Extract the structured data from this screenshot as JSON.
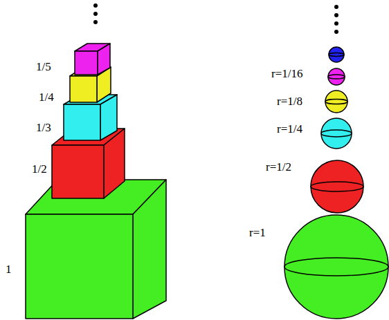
{
  "diagram": {
    "labels": [
      "1/5",
      "1/4",
      "1/3",
      "1/2",
      "1",
      "r=1/16",
      "r=1/8",
      "r=1/4",
      "r=1/2",
      "r=1"
    ]
  }
}
